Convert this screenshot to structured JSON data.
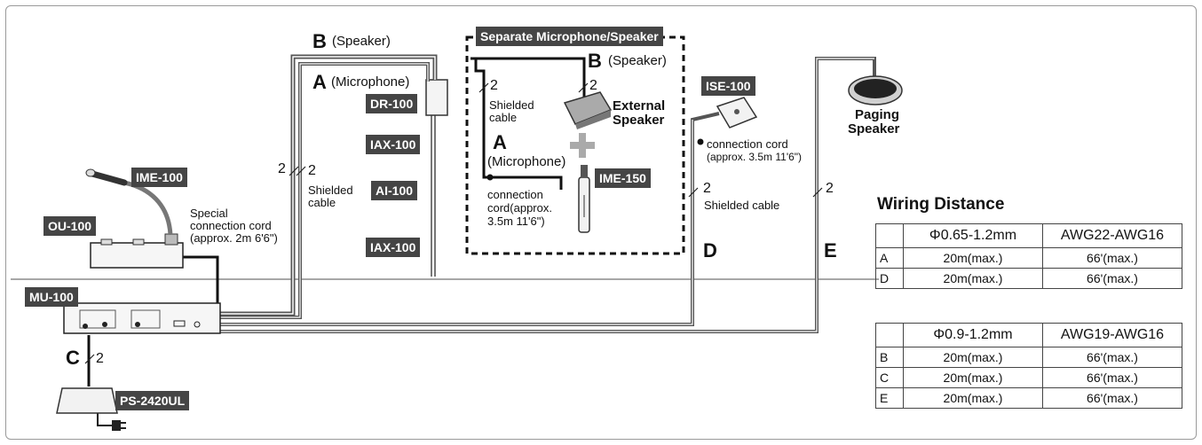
{
  "labels": {
    "separate_box_title": "Separate Microphone/Speaker",
    "b_speaker_main": "(Speaker)",
    "a_microphone_main": "(Microphone)",
    "b_speaker_sep": "(Speaker)",
    "a_microphone_sep": "(Microphone)",
    "letter_a": "A",
    "letter_b": "B",
    "letter_c": "C",
    "letter_d": "D",
    "letter_e": "E",
    "count_2": "2",
    "shielded_cable": "Shielded",
    "shielded_cable_2": "cable",
    "sep_shielded": "Shielded",
    "sep_cable": "cable",
    "shielded_cable_d": "Shielded cable",
    "special_cord_1": "Special",
    "special_cord_2": "connection cord",
    "special_cord_3": "(approx. 2m 6'6\")",
    "ise_cord_1": "connection cord",
    "ise_cord_2": "(approx. 3.5m 11'6\")",
    "ime150_cord_1": "connection",
    "ime150_cord_2": "cord(approx.",
    "ime150_cord_3": "3.5m 11'6\")",
    "external_speaker_1": "External",
    "external_speaker_2": "Speaker",
    "paging_speaker_1": "Paging",
    "paging_speaker_2": "Speaker"
  },
  "devices": {
    "dr100": "DR-100",
    "iax100_top": "IAX-100",
    "ai100": "AI-100",
    "iax100_bottom": "IAX-100",
    "ime100": "IME-100",
    "ou100": "OU-100",
    "mu100": "MU-100",
    "ps2420ul": "PS-2420UL",
    "ise100": "ISE-100",
    "ime150": "IME-150"
  },
  "wiring": {
    "title": "Wiring Distance",
    "table1": {
      "h1": "Φ0.65-1.2mm",
      "h2": "AWG22-AWG16",
      "rows": [
        {
          "k": "A",
          "v1": "20m(max.)",
          "v2": "66'(max.)"
        },
        {
          "k": "D",
          "v1": "20m(max.)",
          "v2": "66'(max.)"
        }
      ]
    },
    "table2": {
      "h1": "Φ0.9-1.2mm",
      "h2": "AWG19-AWG16",
      "rows": [
        {
          "k": "B",
          "v1": "20m(max.)",
          "v2": "66'(max.)"
        },
        {
          "k": "C",
          "v1": "20m(max.)",
          "v2": "66'(max.)"
        },
        {
          "k": "E",
          "v1": "20m(max.)",
          "v2": "66'(max.)"
        }
      ]
    }
  }
}
